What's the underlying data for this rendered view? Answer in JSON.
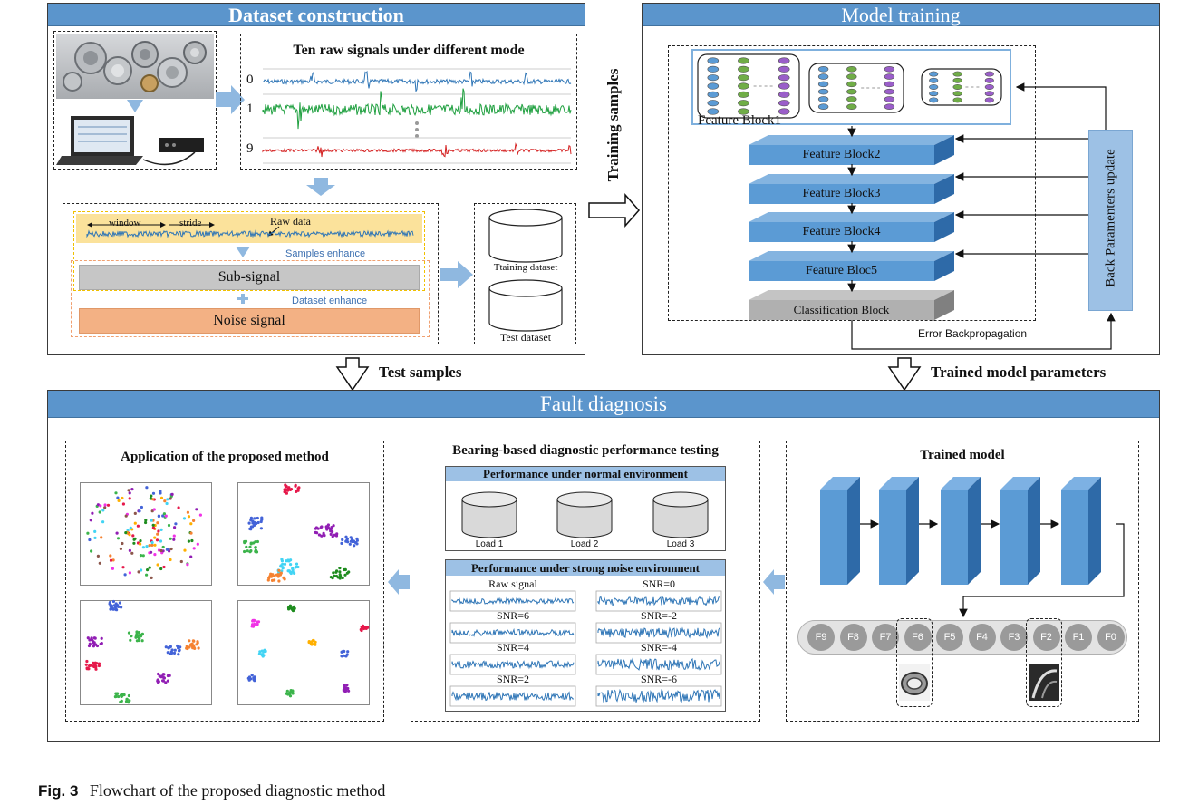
{
  "sections": {
    "dataset_title": "Dataset construction",
    "model_title": "Model training",
    "fault_title": "Fault diagnosis"
  },
  "dataset": {
    "raw_title": "Ten raw signals under different mode",
    "signal_ids": [
      "0",
      "1",
      "9"
    ],
    "window_label": "window",
    "stride_label": "stride",
    "raw_data_label": "Raw data",
    "samples_enhance": "Samples enhance",
    "sub_signal": "Sub-signal",
    "dataset_enhance": "Dataset  enhance",
    "noise_signal": "Noise signal",
    "training_dataset": "Ttaining dataset",
    "test_dataset": "Test dataset"
  },
  "arrows": {
    "training_samples": "Training samples",
    "test_samples": "Test samples",
    "trained_params": "Trained model parameters"
  },
  "model": {
    "feature_block1": "Feature Block1",
    "blocks": [
      "Feature Block2",
      "Feature Block3",
      "Feature Block4",
      "Feature Bloc5"
    ],
    "classification": "Classification Block",
    "back_update": "Back Paramenters update",
    "error_backprop": "Error Backpropagation"
  },
  "fault": {
    "app_title": "Application of the proposed method",
    "perf_title": "Bearing-based diagnostic performance testing",
    "normal_env": "Performance under normal environment",
    "loads": [
      "Load 1",
      "Load 2",
      "Load 3"
    ],
    "noise_env": "Performance under strong noise environment",
    "snr_left": [
      "Raw signal",
      "SNR=6",
      "SNR=4",
      "SNR=2"
    ],
    "snr_right": [
      "SNR=0",
      "SNR=-2",
      "SNR=-4",
      "SNR=-6"
    ],
    "trained_model": "Trained model",
    "fault_nodes": [
      "F9",
      "F8",
      "F7",
      "F6",
      "F5",
      "F4",
      "F3",
      "F2",
      "F1",
      "F0"
    ]
  },
  "caption": {
    "label": "Fig. 3",
    "text": "Flowchart of the proposed diagnostic method"
  },
  "colors": {
    "header_blue": "#5b95cc",
    "block_blue": "#5b9bd5",
    "signal_blue": "#2e75b6",
    "signal_green": "#20a040",
    "signal_red": "#d42020",
    "sub_signal_gray": "#c6c6c6",
    "noise_orange": "#f3b184",
    "raw_yellow": "#fbe29b"
  }
}
